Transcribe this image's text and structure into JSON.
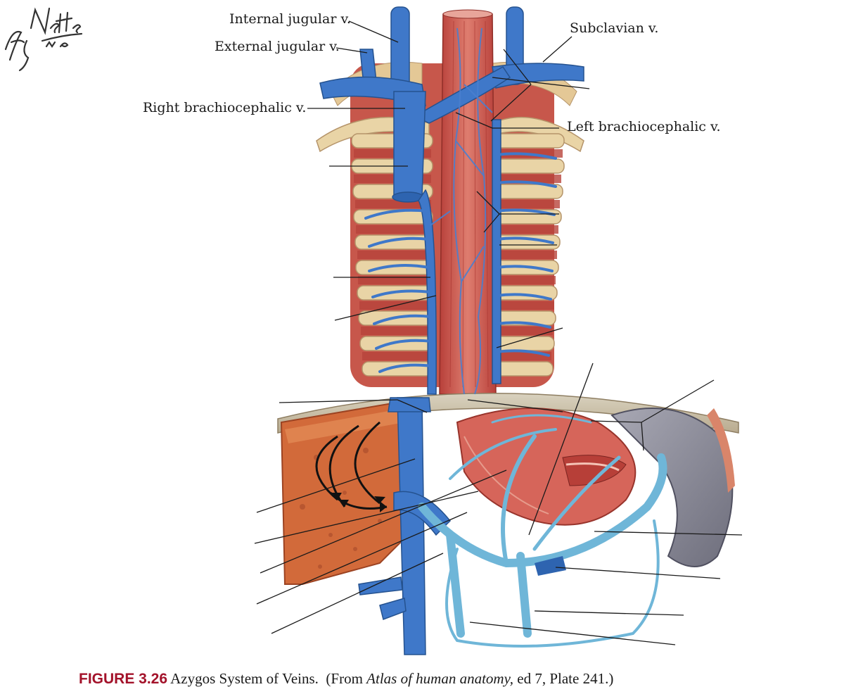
{
  "labels": {
    "internal_jugular": "Internal jugular v.",
    "external_jugular": "External jugular v.",
    "right_brachiocephalic": "Right brachiocephalic v.",
    "subclavian": "Subclavian v.",
    "left_brachiocephalic": "Left brachiocephalic v."
  },
  "caption": {
    "figure_number": "FIGURE 3.26",
    "title": "Azygos System of Veins.",
    "source_prefix": "(From",
    "source_title": "Atlas of human anatomy,",
    "source_suffix": "ed 7, Plate 241.)"
  },
  "signature": "F. Netter M.D.",
  "colors": {
    "vein_blue": "#3f78c9",
    "portal_blue": "#6fb6d8",
    "muscle_red": "#c9483f",
    "rib_cream": "#e8d3a6",
    "liver": "#d06a3b",
    "spleen": "#8a8a96",
    "caption_red": "#a3122a"
  }
}
